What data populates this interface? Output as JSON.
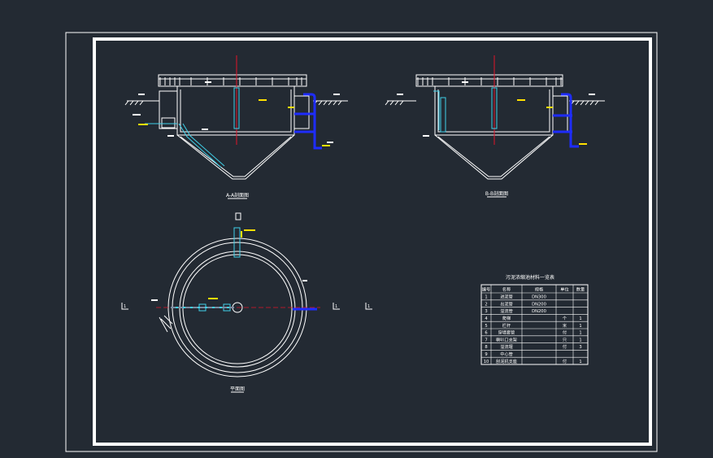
{
  "drawing": {
    "views": {
      "section_a": "A-A剖面图",
      "section_b": "B-B剖面图",
      "plan": "平面图"
    },
    "section_marks": {
      "left": "1",
      "mid": "1",
      "right": "1"
    },
    "material_table": {
      "title": "污泥浓缩池材料一览表",
      "headers": [
        "编号",
        "名称",
        "规格",
        "单位",
        "数量"
      ],
      "rows": [
        [
          "1",
          "进泥管",
          "DN300",
          "",
          ""
        ],
        [
          "2",
          "出泥管",
          "DN200",
          "",
          ""
        ],
        [
          "3",
          "溢流管",
          "DN200",
          "",
          ""
        ],
        [
          "4",
          "爬梯",
          "",
          "个",
          "1"
        ],
        [
          "5",
          "栏杆",
          "",
          "米",
          "1"
        ],
        [
          "6",
          "穿墙套管",
          "",
          "付",
          "1"
        ],
        [
          "7",
          "喇叭口支架",
          "",
          "只",
          "1"
        ],
        [
          "8",
          "溢流堰",
          "",
          "付",
          "3"
        ],
        [
          "9",
          "中心管",
          "",
          "",
          ""
        ],
        [
          "10",
          "刮泥机支座",
          "",
          "付",
          "1"
        ]
      ]
    }
  },
  "colors": {
    "background": "#232a33",
    "frame": "#ffffff",
    "pipe": "#1e2cff",
    "pipe_light": "#3fd0e8",
    "axis": "#e0142a",
    "annotation": "#ffe000"
  }
}
